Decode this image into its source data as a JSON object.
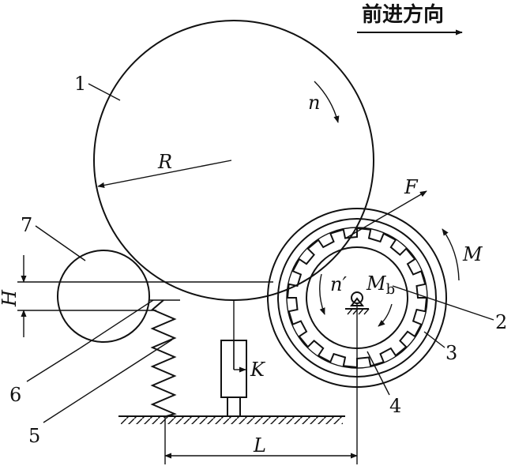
{
  "direction": {
    "text": "前进方向"
  },
  "parts": {
    "p1": "1",
    "p2": "2",
    "p3": "3",
    "p4": "4",
    "p5": "5",
    "p6": "6",
    "p7": "7"
  },
  "symbols": {
    "n": "n",
    "R": "R",
    "F": "F",
    "M": "M",
    "n_prime": "n′",
    "Mb_main": "M",
    "Mb_sub": "b",
    "H": "H",
    "K": "K",
    "L": "L"
  }
}
